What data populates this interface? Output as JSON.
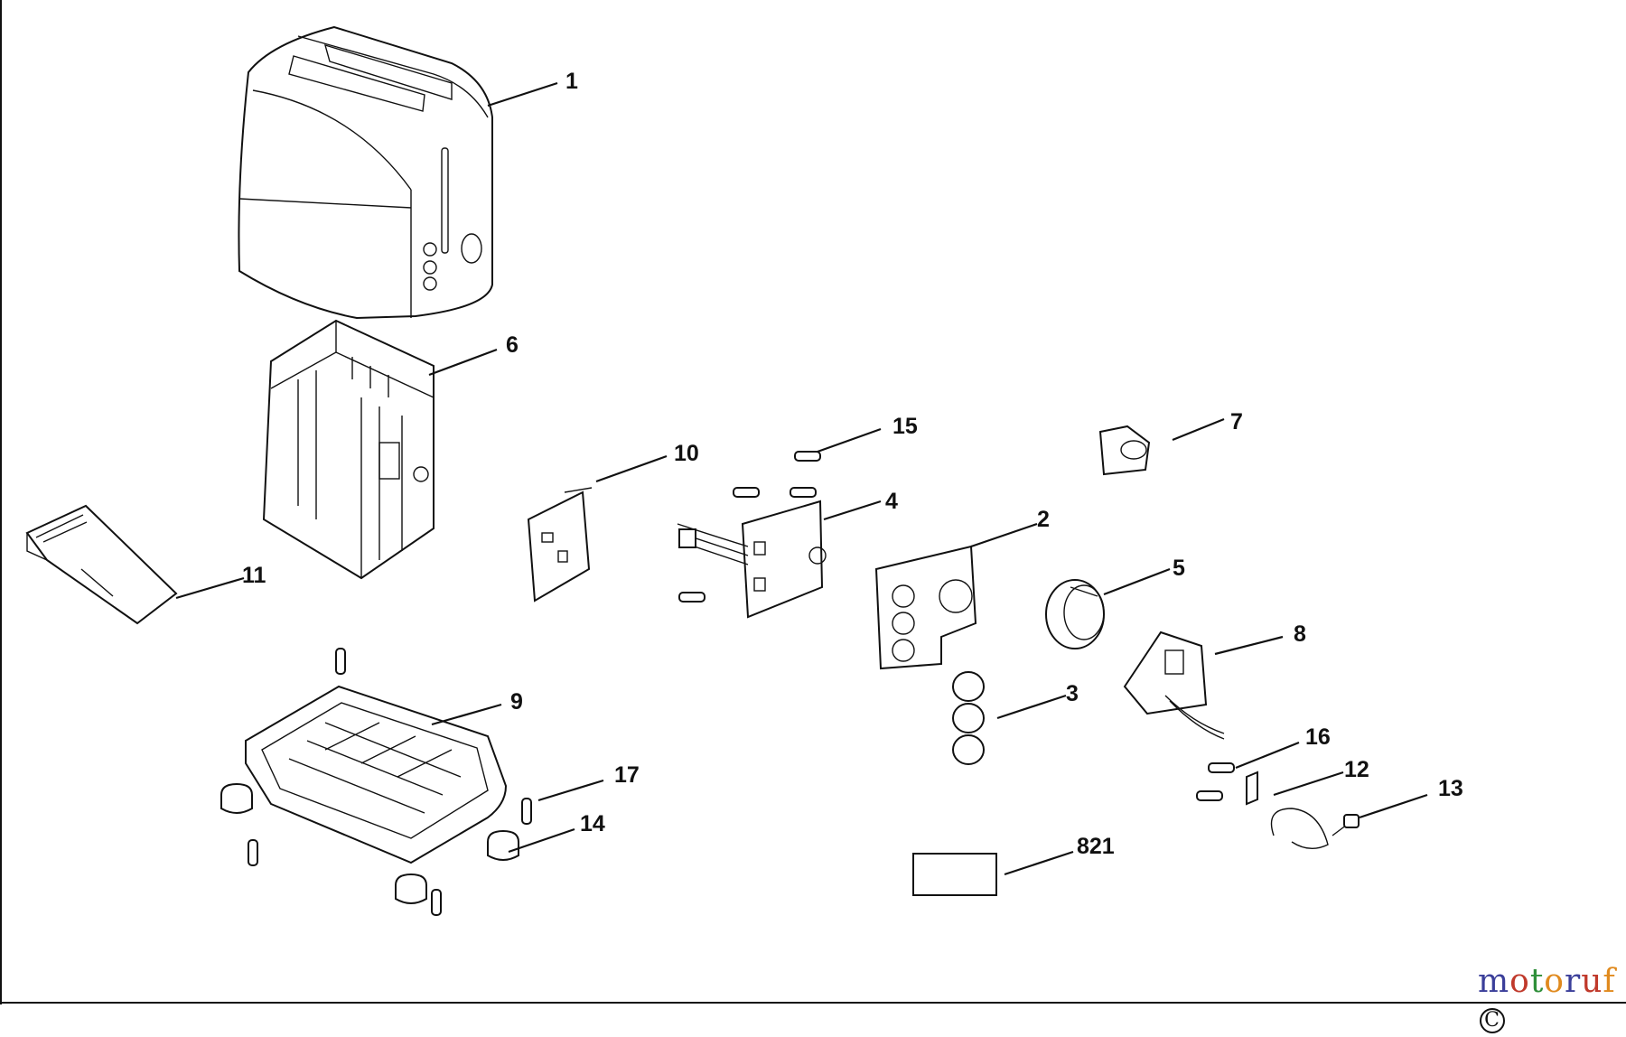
{
  "diagram": {
    "callouts": [
      "1",
      "2",
      "3",
      "4",
      "5",
      "6",
      "7",
      "8",
      "9",
      "10",
      "11",
      "12",
      "13",
      "14",
      "15",
      "16",
      "17",
      "821"
    ]
  },
  "watermark": {
    "letters": [
      "m",
      "o",
      "t",
      "o",
      "r",
      "u",
      "f",
      "C"
    ],
    "colors": [
      "#3b3f9a",
      "#c0392b",
      "#2f8f3a",
      "#e08a1e",
      "#3b3f9a",
      "#c0392b",
      "#e08a1e",
      "#111111"
    ]
  }
}
